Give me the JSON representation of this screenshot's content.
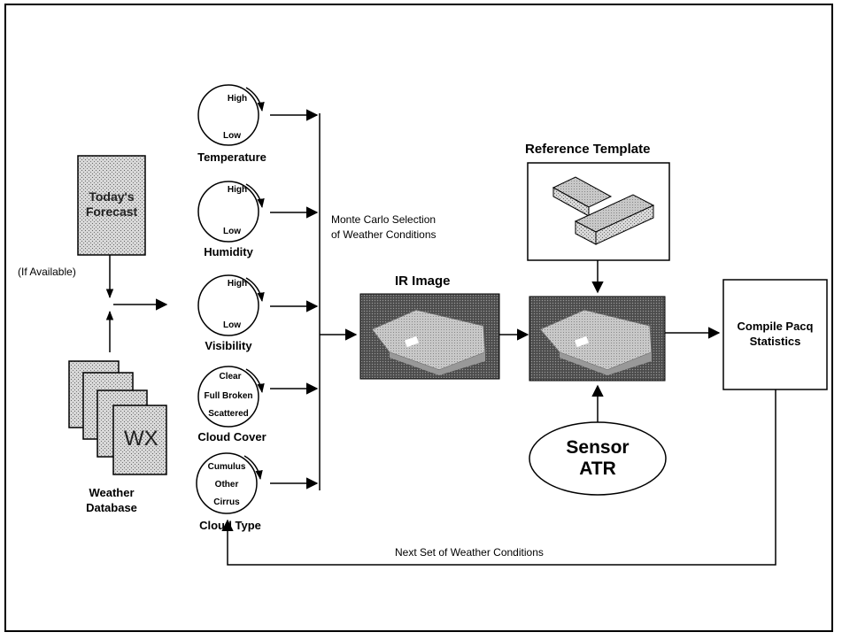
{
  "forecast": {
    "line1": "Today's",
    "line2": "Forecast",
    "if_available": "(If Available)"
  },
  "database": {
    "card_text": "WX",
    "label_line1": "Weather",
    "label_line2": "Database"
  },
  "dials": [
    {
      "top": "High",
      "bottom": "Low",
      "label": "Temperature"
    },
    {
      "top": "High",
      "bottom": "Low",
      "label": "Humidity"
    },
    {
      "top": "High",
      "bottom": "Low",
      "label": "Visibility"
    },
    {
      "top": "Clear",
      "middle": "Full Broken",
      "bottom": "Scattered",
      "label": "Cloud Cover"
    },
    {
      "top": "Cumulus",
      "middle": "Other",
      "bottom": "Cirrus",
      "label": "Cloud Type"
    }
  ],
  "monte_carlo": {
    "line1": "Monte Carlo Selection",
    "line2": "of Weather Conditions"
  },
  "ir_image": {
    "label": "IR Image"
  },
  "reference_template": {
    "label": "Reference Template"
  },
  "sensor": {
    "line1": "Sensor",
    "line2": "ATR"
  },
  "compile": {
    "line1": "Compile Pacq",
    "line2": "Statistics"
  },
  "loop": {
    "label": "Next Set of Weather Conditions"
  }
}
